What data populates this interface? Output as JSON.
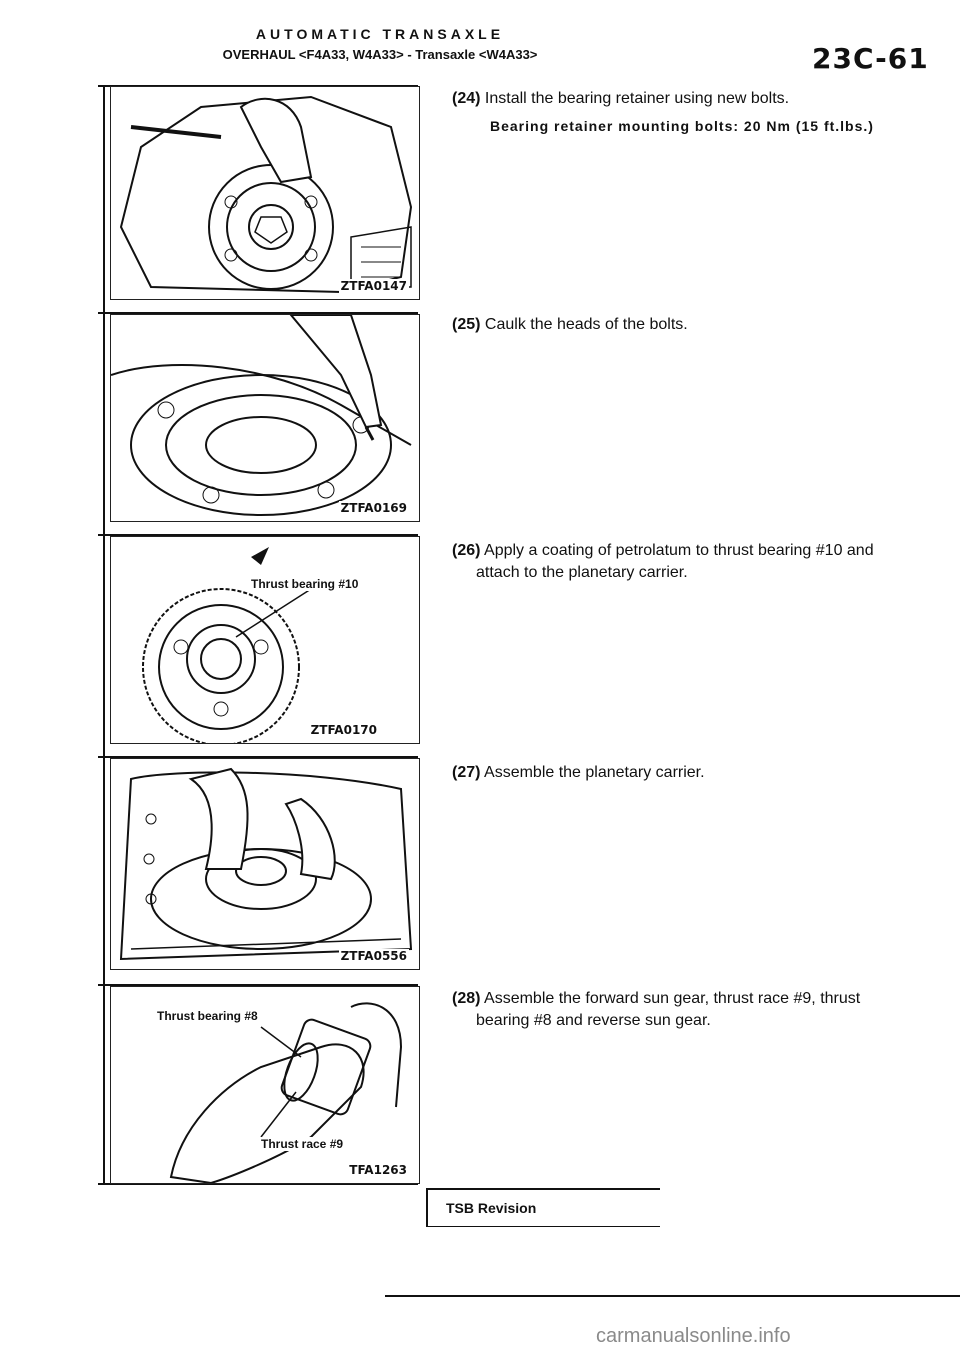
{
  "header": {
    "title": "AUTOMATIC TRANSAXLE",
    "subtitle": "OVERHAUL <F4A33, W4A33> - Transaxle <W4A33>",
    "page_number": "23C-61"
  },
  "figures": [
    {
      "code": "ZTFA0147",
      "labels": []
    },
    {
      "code": "ZTFA0169",
      "labels": []
    },
    {
      "code": "ZTFA0170",
      "labels": [
        "Thrust bearing #10"
      ]
    },
    {
      "code": "ZTFA0556",
      "labels": []
    },
    {
      "code": "TFA1263",
      "labels": [
        "Thrust bearing #8",
        "Thrust race #9"
      ]
    }
  ],
  "steps": [
    {
      "number": "(24)",
      "text": "Install the bearing retainer using new bolts.",
      "spec": "Bearing retainer mounting bolts: 20 Nm (15 ft.lbs.)"
    },
    {
      "number": "(25)",
      "text": "Caulk the heads of the bolts."
    },
    {
      "number": "(26)",
      "text": "Apply a coating of petrolatum to thrust bearing #10 and",
      "text2": "attach to the planetary carrier."
    },
    {
      "number": "(27)",
      "text": "Assemble the planetary carrier."
    },
    {
      "number": "(28)",
      "text": "Assemble the forward sun gear, thrust race #9, thrust",
      "text2": "bearing #8 and reverse sun gear."
    }
  ],
  "footer": {
    "tsb_label": "TSB Revision",
    "watermark": "carmanualsonline.info"
  }
}
